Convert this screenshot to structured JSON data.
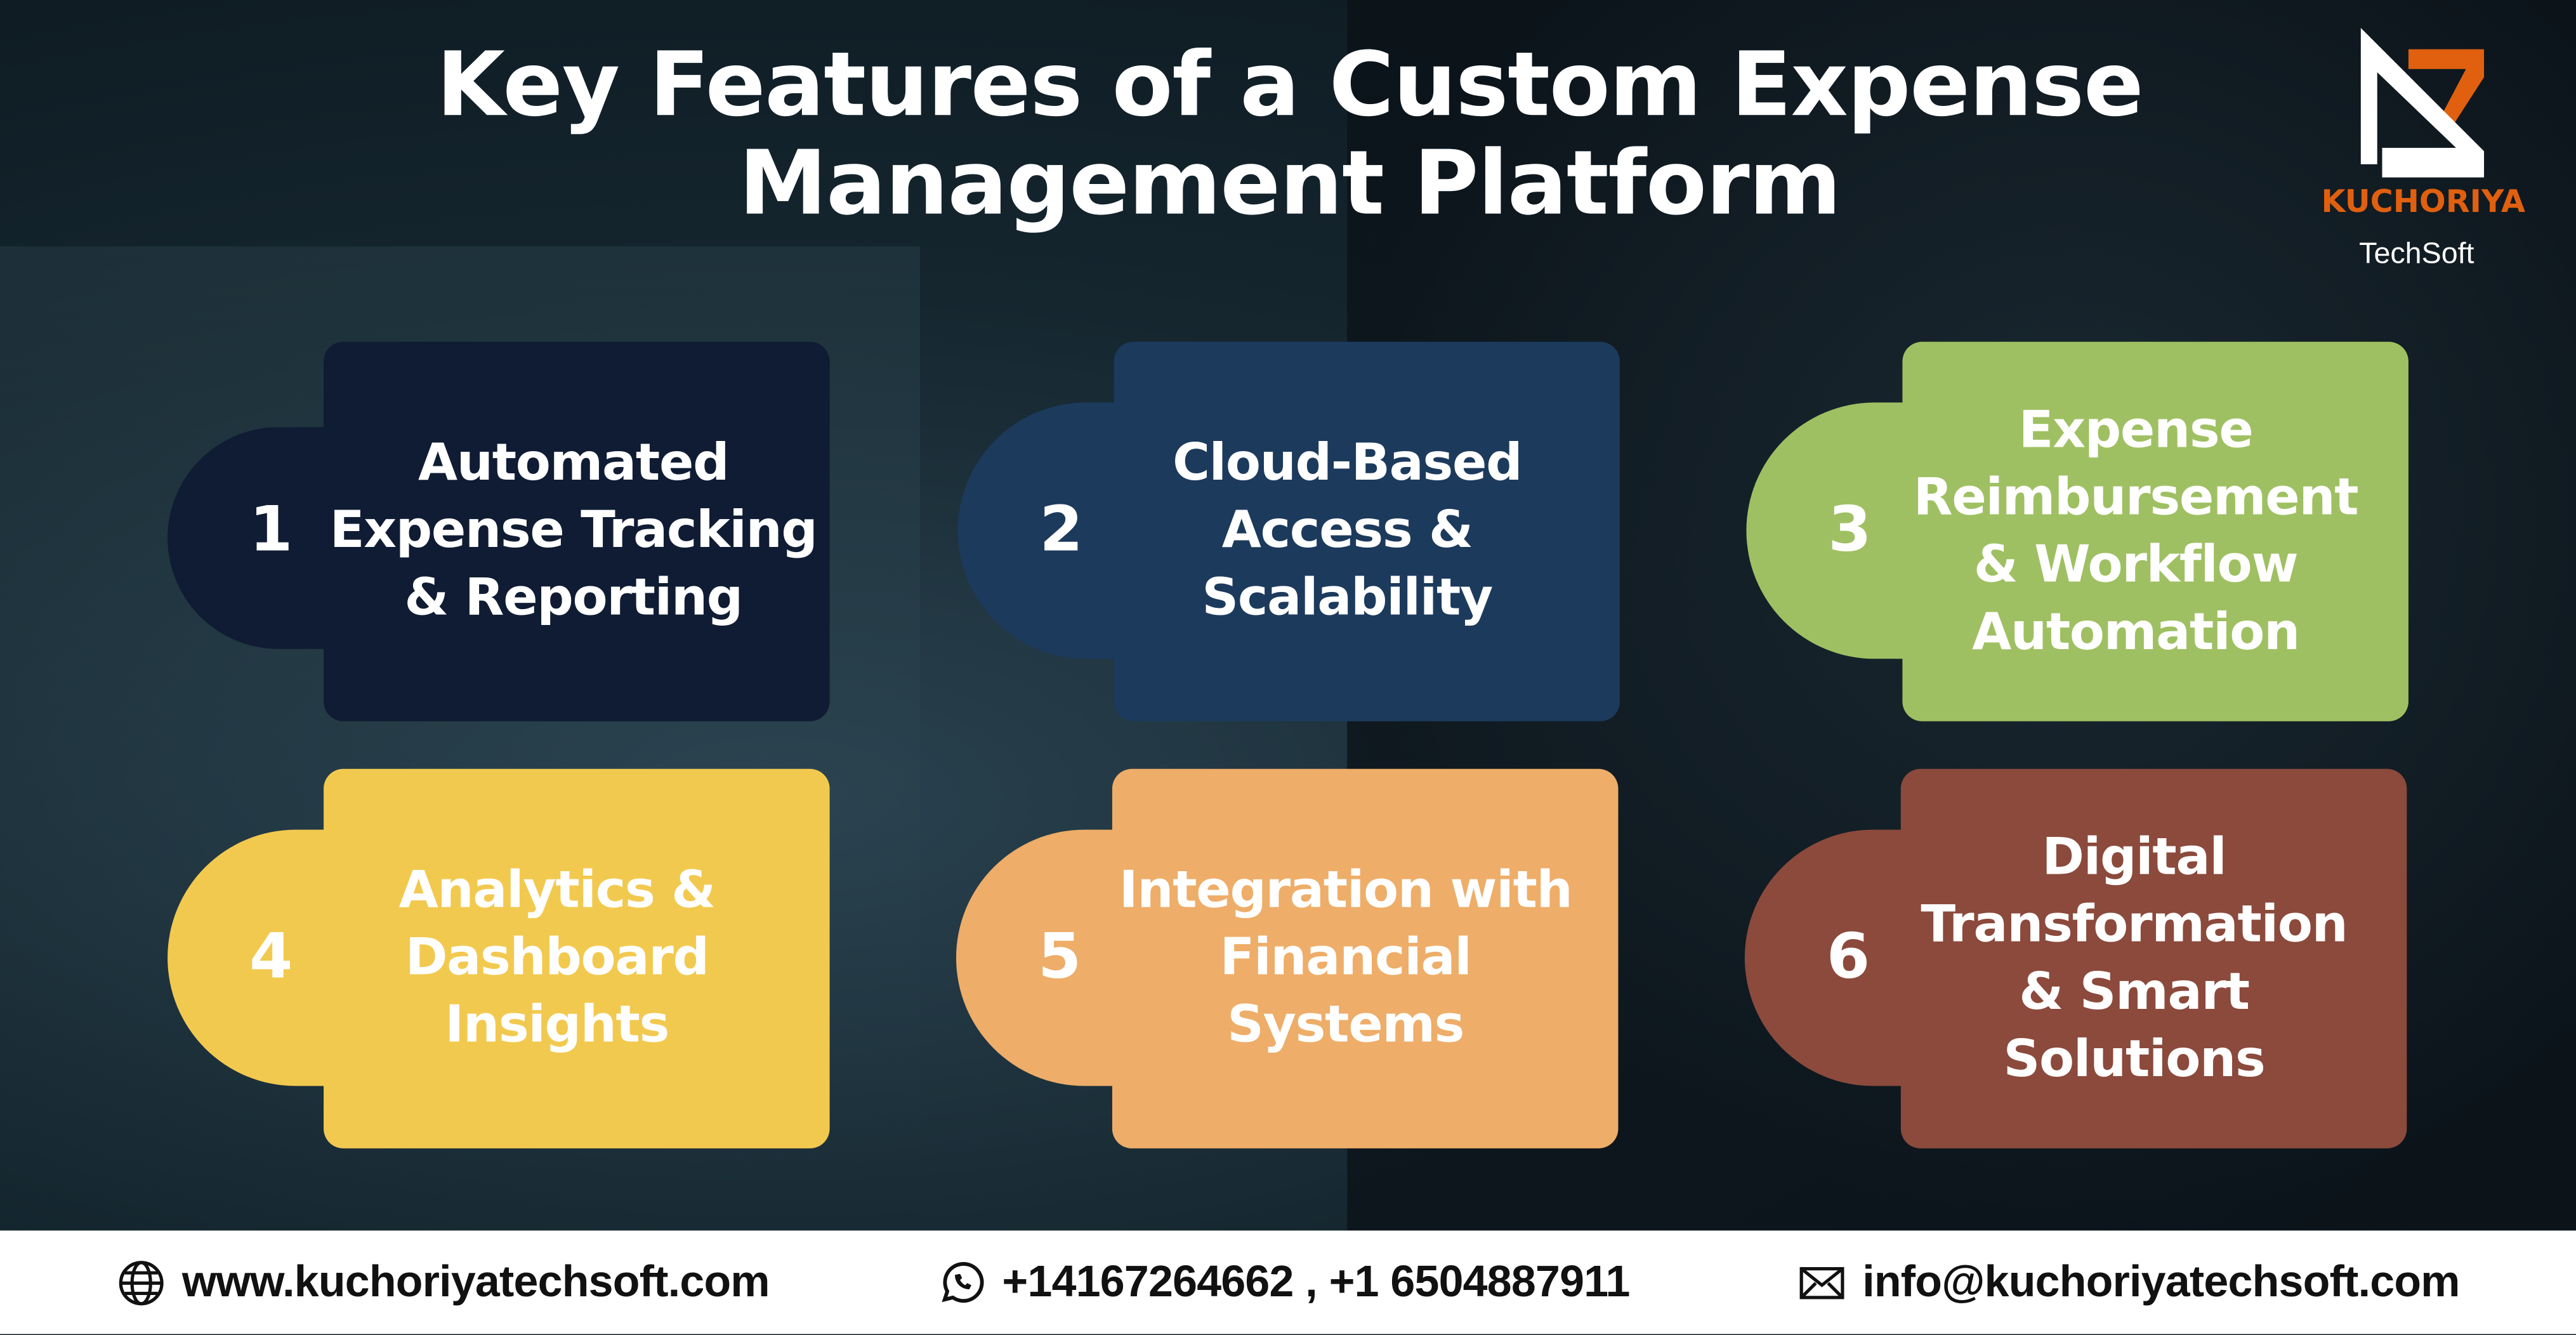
{
  "title": "Key Features of a Custom Expense Management Platform",
  "logo": {
    "name": "KUCHORIYA",
    "sub": "TechSoft"
  },
  "features": [
    {
      "number": "1",
      "label": "Automated Expense Tracking & Reporting",
      "color": "#0f1c33"
    },
    {
      "number": "2",
      "label": "Cloud-Based Access & Scalability",
      "color": "#1c3a5c"
    },
    {
      "number": "3",
      "label": "Expense Reimbursement & Workflow Automation",
      "color": "#9fc062"
    },
    {
      "number": "4",
      "label": "Analytics & Dashboard Insights",
      "color": "#f2c94f"
    },
    {
      "number": "5",
      "label": "Integration with Financial Systems",
      "color": "#eead68"
    },
    {
      "number": "6",
      "label": "Digital Transformation & Smart Solutions",
      "color": "#8b4a3c"
    }
  ],
  "footer": {
    "website": "www.kuchoriyatechsoft.com",
    "phone": "+14167264662 , +1 6504887911",
    "email": "info@kuchoriyatechsoft.com"
  }
}
